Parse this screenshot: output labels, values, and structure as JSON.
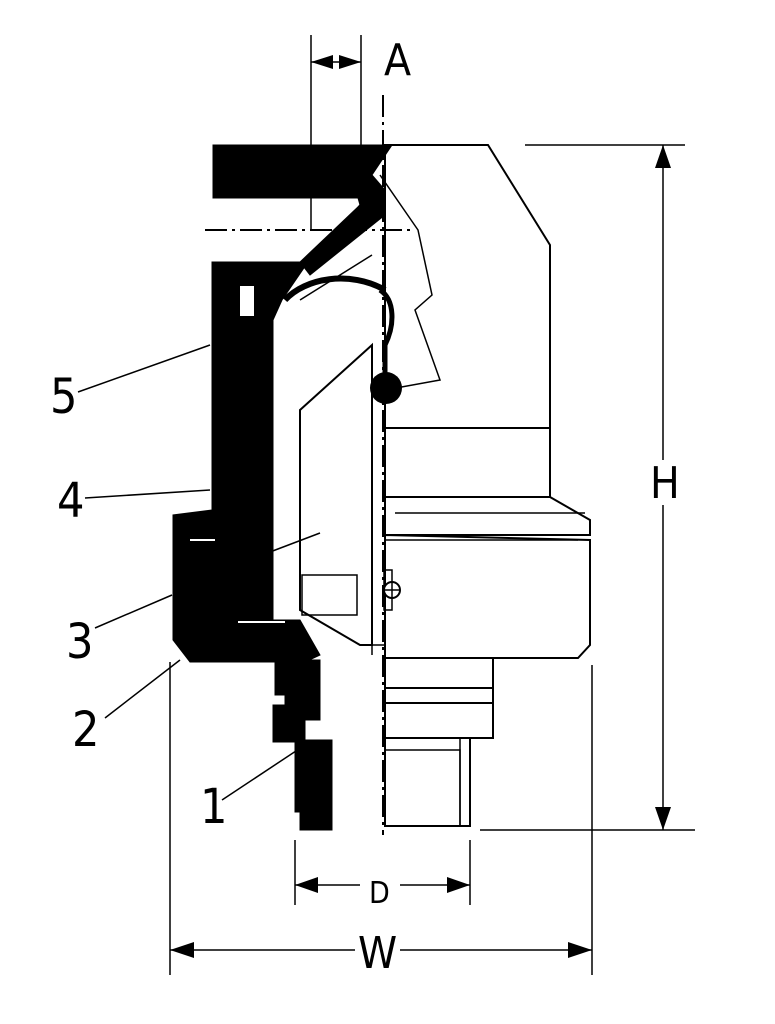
{
  "diagram": {
    "dimensions": {
      "A": "A",
      "H": "H",
      "D": "D",
      "W": "W"
    },
    "callouts": [
      "1",
      "2",
      "3",
      "4",
      "5"
    ],
    "colors": {
      "ink": "#000000",
      "paper": "#ffffff"
    }
  }
}
